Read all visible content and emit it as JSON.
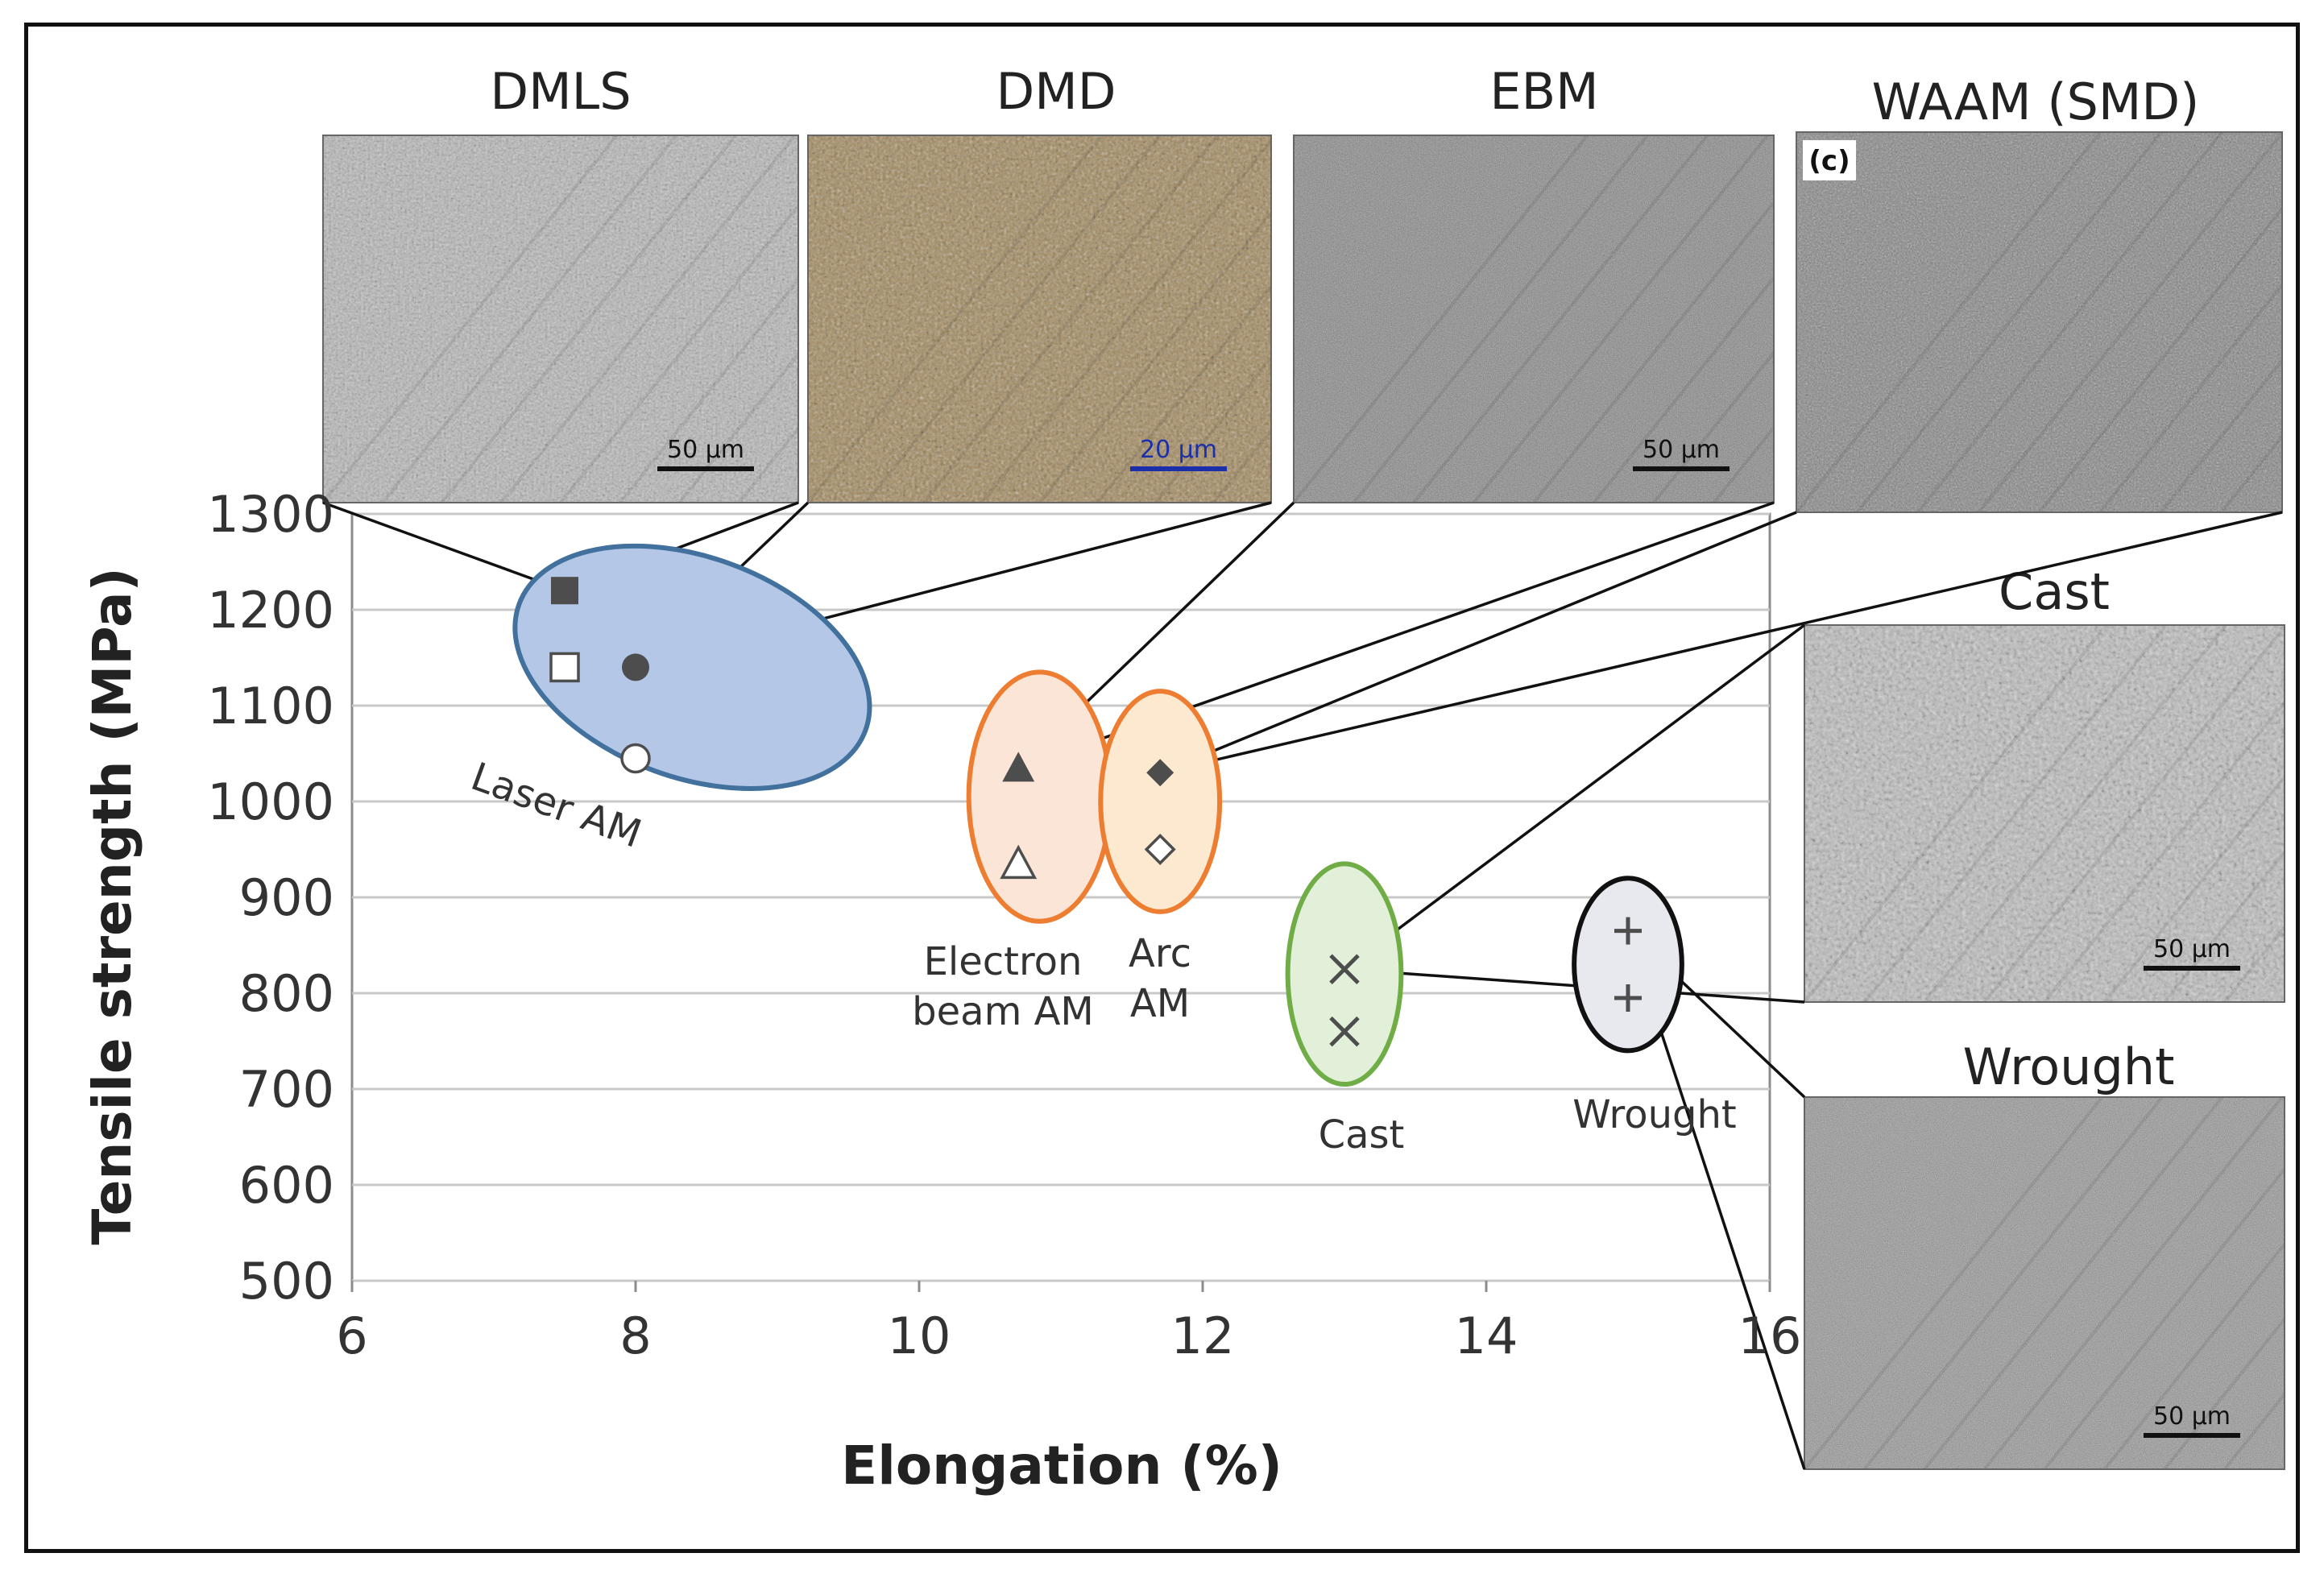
{
  "chart_data": {
    "type": "scatter",
    "xlabel": "Elongation (%)",
    "ylabel": "Tensile strength (MPa)",
    "xlim": [
      6,
      16
    ],
    "ylim": [
      500,
      1300
    ],
    "x_ticks": [
      6,
      8,
      10,
      12,
      14,
      16
    ],
    "y_ticks": [
      500,
      600,
      700,
      800,
      900,
      1000,
      1100,
      1200,
      1300
    ],
    "grid": "horizontal",
    "groups": [
      {
        "label": "Laser AM",
        "color": "#41719c",
        "fill": "#b4c7e7",
        "ellipse": {
          "cx": 8.4,
          "cy": 1140,
          "rx": 1.3,
          "ry": 115,
          "rotate": 20
        },
        "points": [
          {
            "x": 7.5,
            "y": 1220,
            "marker": "square-filled"
          },
          {
            "x": 7.5,
            "y": 1140,
            "marker": "square-open"
          },
          {
            "x": 8.0,
            "y": 1140,
            "marker": "circle-filled"
          },
          {
            "x": 8.0,
            "y": 1045,
            "marker": "circle-open"
          }
        ]
      },
      {
        "label": "Electron beam AM",
        "color": "#ed7d31",
        "fill": "#fbe5d6",
        "ellipse": {
          "cx": 10.85,
          "cy": 1005,
          "rx": 0.5,
          "ry": 130,
          "rotate": 0
        },
        "points": [
          {
            "x": 10.7,
            "y": 1035,
            "marker": "triangle-filled"
          },
          {
            "x": 10.7,
            "y": 935,
            "marker": "triangle-open"
          }
        ]
      },
      {
        "label": "Arc AM",
        "color": "#ed7d31",
        "fill": "#fde9d0",
        "ellipse": {
          "cx": 11.7,
          "cy": 1000,
          "rx": 0.42,
          "ry": 115,
          "rotate": 0
        },
        "points": [
          {
            "x": 11.7,
            "y": 1030,
            "marker": "diamond-filled"
          },
          {
            "x": 11.7,
            "y": 950,
            "marker": "diamond-open"
          }
        ]
      },
      {
        "label": "Cast",
        "color": "#70ad47",
        "fill": "#e2f0d9",
        "ellipse": {
          "cx": 13.0,
          "cy": 820,
          "rx": 0.4,
          "ry": 115,
          "rotate": 0
        },
        "points": [
          {
            "x": 13.0,
            "y": 825,
            "marker": "x"
          },
          {
            "x": 13.0,
            "y": 760,
            "marker": "x"
          }
        ]
      },
      {
        "label": "Wrought",
        "color": "#111111",
        "fill": "#e7e9ef",
        "ellipse": {
          "cx": 15.0,
          "cy": 830,
          "rx": 0.38,
          "ry": 90,
          "rotate": 0
        },
        "points": [
          {
            "x": 15.0,
            "y": 865,
            "marker": "plus"
          },
          {
            "x": 15.0,
            "y": 795,
            "marker": "plus"
          }
        ]
      }
    ]
  },
  "micrographs": [
    {
      "id": "dmls",
      "title": "DMLS",
      "scale": "50 μm",
      "tone": "#b7b7b7"
    },
    {
      "id": "dmd",
      "title": "DMD",
      "scale": "20 μm",
      "tone": "#a38a5f"
    },
    {
      "id": "ebm",
      "title": "EBM",
      "scale": "50 μm",
      "tone": "#8c8c8c"
    },
    {
      "id": "waam",
      "title": "WAAM (SMD)",
      "scale": "",
      "panel": "(c)",
      "tone": "#8a8a8a"
    },
    {
      "id": "cast",
      "title": "Cast",
      "scale": "50 μm",
      "tone": "#bdbdbd"
    },
    {
      "id": "wrought",
      "title": "Wrought",
      "scale": "50 μm",
      "tone": "#9a9a9a"
    }
  ]
}
